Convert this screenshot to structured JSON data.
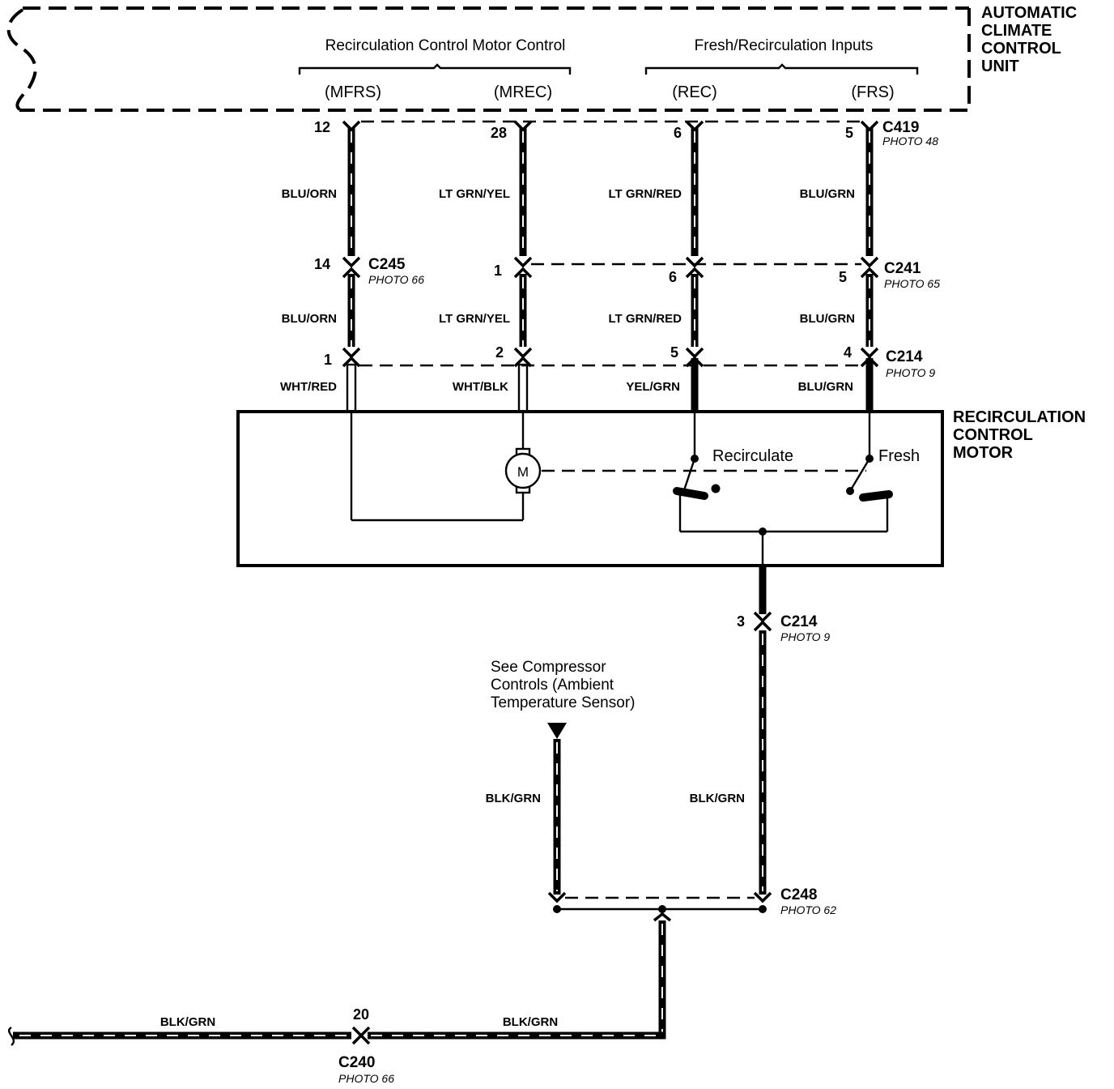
{
  "components": {
    "control_unit": "AUTOMATIC\nCLIMATE\nCONTROL\nUNIT",
    "motor": "RECIRCULATION\nCONTROL\nMOTOR",
    "motor_symbol": "M"
  },
  "groups": {
    "motor_control": "Recirculation Control Motor Control",
    "inputs": "Fresh/Recirculation Inputs"
  },
  "terminals": [
    "(MFRS)",
    "(MREC)",
    "(REC)",
    "(FRS)"
  ],
  "switch_labels": {
    "recirculate": "Recirculate",
    "fresh": "Fresh"
  },
  "connectors": {
    "c419": {
      "name": "C419",
      "photo": "PHOTO 48",
      "pins": [
        "12",
        "28",
        "6",
        "5"
      ]
    },
    "c245": {
      "name": "C245",
      "photo": "PHOTO 66",
      "pin": "14"
    },
    "c241": {
      "name": "C241",
      "photo": "PHOTO 65",
      "pins": [
        "1",
        "6",
        "5"
      ]
    },
    "c214_top": {
      "name": "C214",
      "photo": "PHOTO 9",
      "pins": [
        "1",
        "2",
        "5",
        "4"
      ]
    },
    "c214_bottom": {
      "name": "C214",
      "photo": "PHOTO 9",
      "pin": "3"
    },
    "c248": {
      "name": "C248",
      "photo": "PHOTO 62"
    },
    "c240": {
      "name": "C240",
      "photo": "PHOTO 66",
      "pin": "20"
    }
  },
  "wires": {
    "upper": [
      "BLU/ORN",
      "LT GRN/YEL",
      "LT GRN/RED",
      "BLU/GRN"
    ],
    "middle": [
      "BLU/ORN",
      "LT GRN/YEL",
      "LT GRN/RED",
      "BLU/GRN"
    ],
    "lower": [
      "WHT/RED",
      "WHT/BLK",
      "YEL/GRN",
      "BLU/GRN"
    ],
    "ground_motor": "BLK/GRN",
    "ground_sensor": "BLK/GRN",
    "ground_bottom_left": "BLK/GRN",
    "ground_bottom_right": "BLK/GRN"
  },
  "reference_note": "See Compressor\nControls (Ambient\nTemperature Sensor)"
}
